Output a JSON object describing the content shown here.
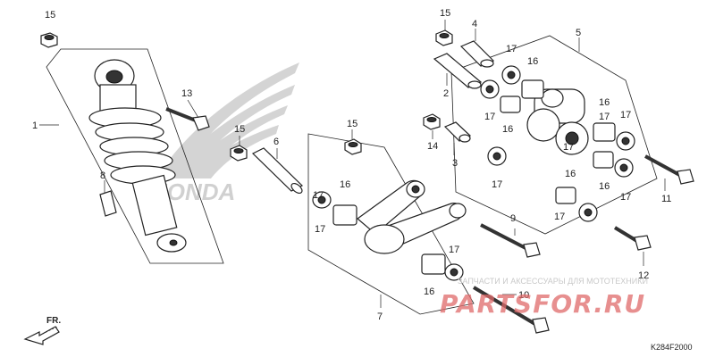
{
  "callouts": {
    "c1": "1",
    "c2": "2",
    "c3": "3",
    "c4": "4",
    "c5": "5",
    "c6": "6",
    "c7": "7",
    "c8": "8",
    "c9": "9",
    "c10": "10",
    "c11": "11",
    "c12": "12",
    "c13": "13",
    "c14": "14",
    "c15a": "15",
    "c15b": "15",
    "c15c": "15",
    "c15d": "15",
    "c16a": "16",
    "c16b": "16",
    "c16c": "16",
    "c16d": "16",
    "c16e": "16",
    "c16f": "16",
    "c16g": "16",
    "c17a": "17",
    "c17b": "17",
    "c17c": "17",
    "c17d": "17",
    "c17e": "17",
    "c17f": "17",
    "c17g": "17",
    "c17h": "17",
    "c17i": "17",
    "c17j": "17",
    "c17k": "17"
  },
  "direction_label": "FR.",
  "diagram_code": "K284F2000",
  "watermark": {
    "brand": "HONDA",
    "tagline": "ЗАПЧАСТИ И АКСЕССУАРЫ ДЛЯ МОТОТЕХНИКИ",
    "site": "PARTSFOR.RU"
  },
  "colors": {
    "line": "#222222",
    "watermark_red": "#e06a6a",
    "watermark_gray": "#d4d4d4"
  }
}
